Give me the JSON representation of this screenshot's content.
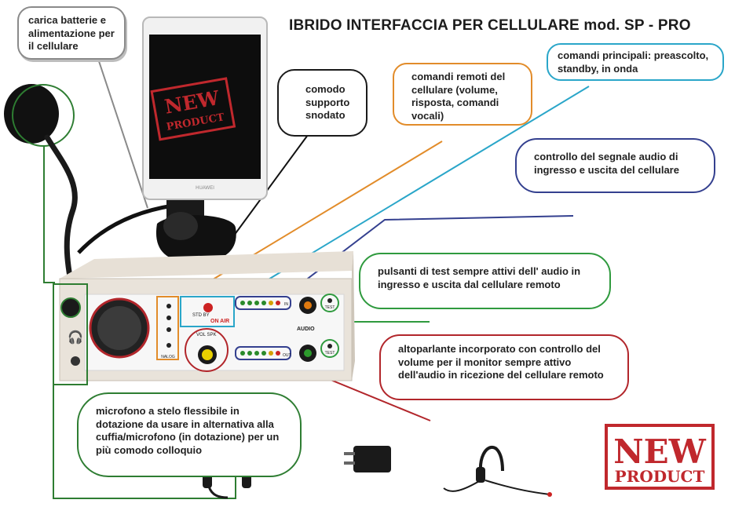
{
  "title": "IBRIDO INTERFACCIA PER CELLULARE mod. SP - PRO",
  "callouts": {
    "charger": "carica batterie e alimentazione per il  cellulare",
    "mount": "comodo supporto snodato",
    "remote": "comandi remoti del cellulare (volume, risposta, comandi vocali)",
    "main_controls": "comandi principali: preascolto, standby, in onda",
    "audio_control": "controllo del segnale audio di ingresso e uscita del cellulare",
    "test_buttons": "pulsanti di test sempre attivi dell' audio in ingresso e uscita dal cellulare remoto",
    "speaker": "altoparlante incorporato con controllo del volume  per il monitor sempre attivo dell'audio in ricezione del cellulare remoto",
    "microphone": "microfono a stelo flessibile in dotazione da usare in alternativa alla cuffia/microfono (in dotazione) per un più comodo colloquio"
  },
  "panel": {
    "std_by": "STD BY",
    "on_air": "ON AIR",
    "vol_spk": "VOL SPK",
    "audio": "AUDIO",
    "test": "TEST",
    "in": "IN",
    "out": "OUT",
    "nalog": "NALOG"
  },
  "phone": {
    "brand": "HUAWEI"
  },
  "stamps": {
    "line1": "NEW",
    "line2": "PRODUCT"
  },
  "colors": {
    "orange": "#e28c2a",
    "cyan": "#2aa6c9",
    "blue": "#34408f",
    "green": "#2f9a3e",
    "red": "#b2262b",
    "stamp_red": "#c0282d"
  }
}
